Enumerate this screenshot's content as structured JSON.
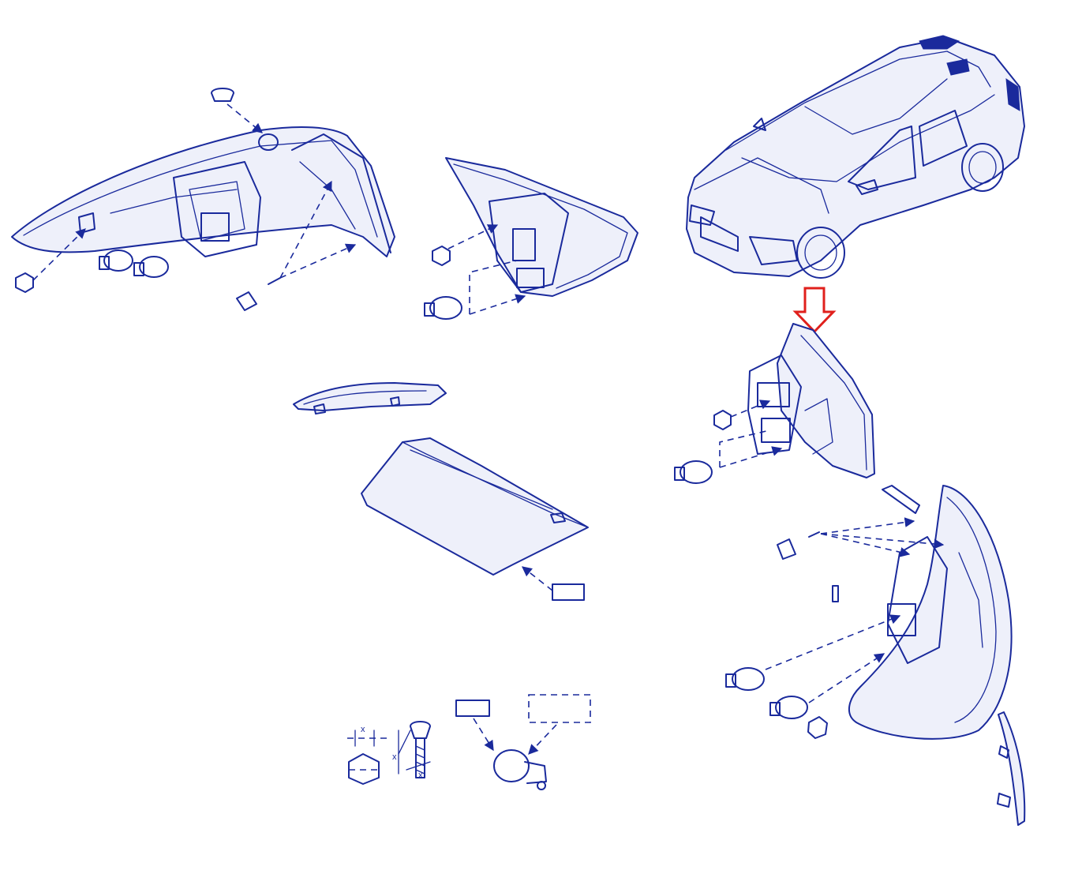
{
  "diagram": {
    "kind": "exploded-parts-view",
    "line_color": "#1a2a9c",
    "highlight_color": "#e0201c",
    "dimension_labels": {
      "left_dim": "x",
      "right_dim_top": "x",
      "right_dim_bottom": "x"
    },
    "parts": [
      {
        "id": "rear-lamp-body-assembly",
        "icon": "rear-light-cluster-icon"
      },
      {
        "id": "rear-lamp-wing-section",
        "icon": "tail-light-icon"
      },
      {
        "id": "vehicle-overview",
        "icon": "car-icon"
      },
      {
        "id": "locator-arrow",
        "icon": "down-arrow-icon"
      },
      {
        "id": "rear-lamp-tailgate-section",
        "icon": "tail-light-icon"
      },
      {
        "id": "headlamp-unit",
        "icon": "headlight-icon"
      },
      {
        "id": "indicator-repeater",
        "icon": "side-marker-icon"
      },
      {
        "id": "third-brake-light",
        "icon": "brake-light-icon"
      },
      {
        "id": "third-brake-light-housing",
        "icon": "brake-light-housing-icon"
      },
      {
        "id": "bulb-socket-detail",
        "icon": "bulb-icon"
      },
      {
        "id": "fastener-dimension-detail",
        "icon": "screw-icon"
      }
    ]
  }
}
